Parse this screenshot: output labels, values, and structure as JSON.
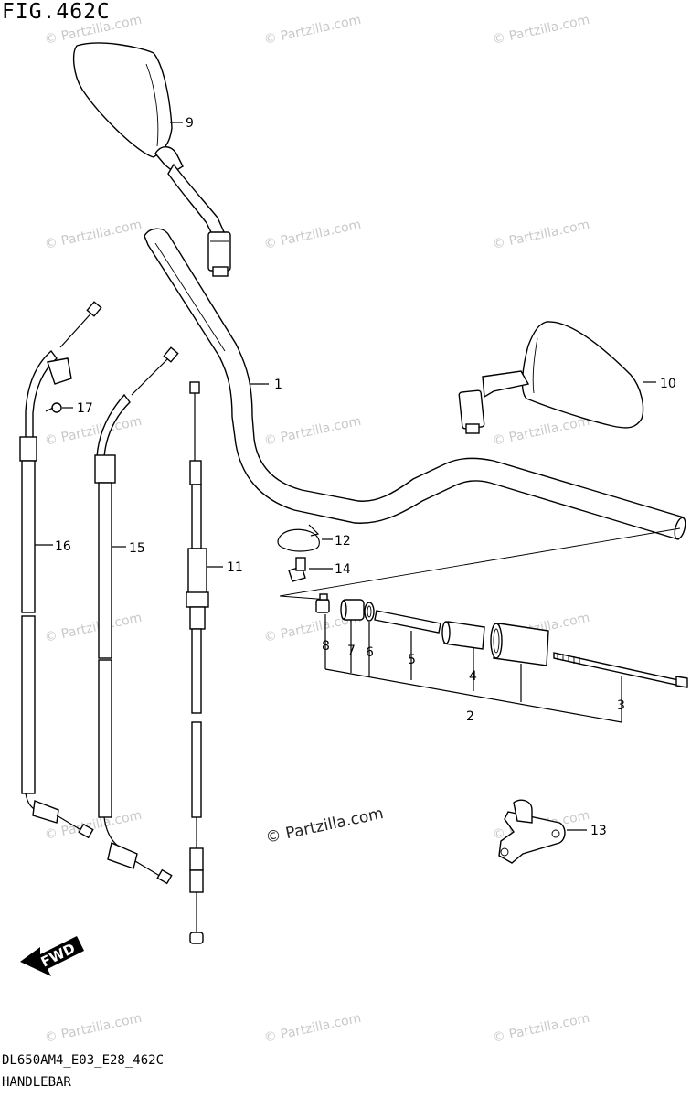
{
  "figure": {
    "title": "FIG.462C"
  },
  "footer": {
    "code": "DL650AM4_E03_E28_462C",
    "name": "HANDLEBAR"
  },
  "watermarks": {
    "text": "© Partzilla.com",
    "featured": "© Partzilla.com"
  },
  "fwd_label": "FWD",
  "callouts": {
    "c1": "1",
    "c2": "2",
    "c3": "3",
    "c4": "4",
    "c5": "5",
    "c6": "6",
    "c7": "7",
    "c8": "8",
    "c9": "9",
    "c10": "10",
    "c11": "11",
    "c12": "12",
    "c13": "13",
    "c14": "14",
    "c15": "15",
    "c16": "16",
    "c17": "17"
  }
}
